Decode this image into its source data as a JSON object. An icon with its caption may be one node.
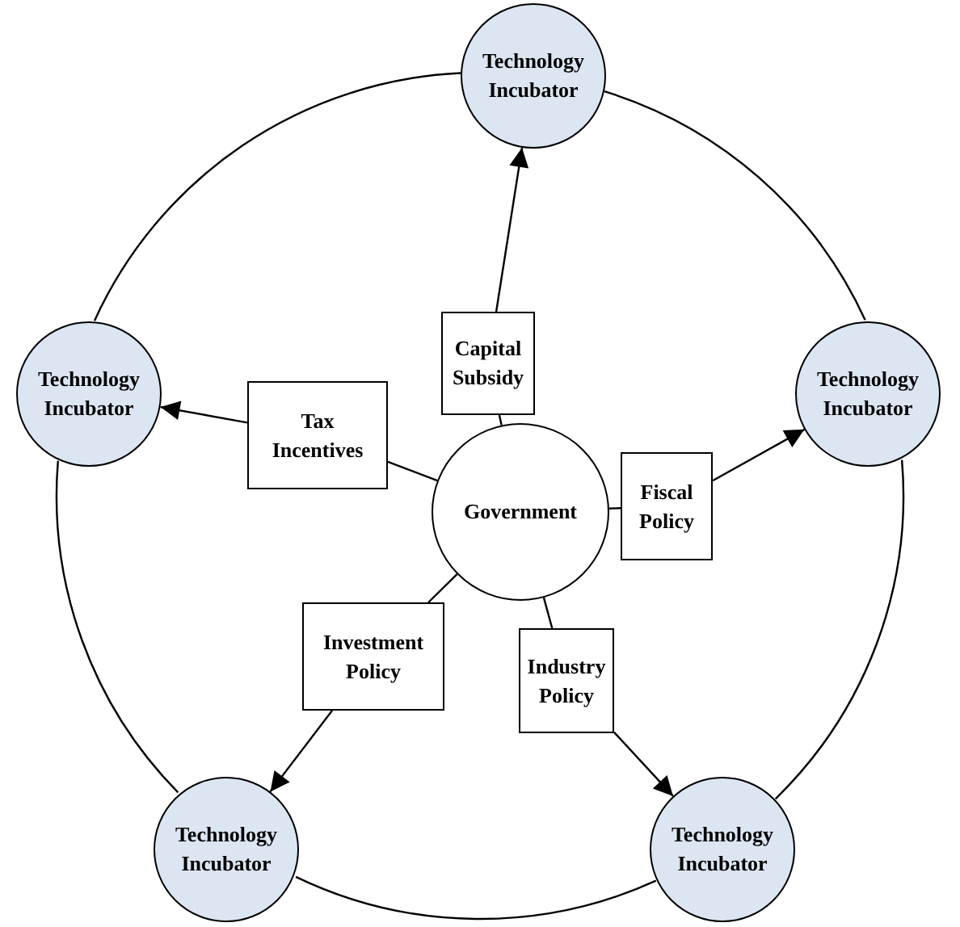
{
  "diagram": {
    "nodes": [
      {
        "text": [
          "Technology Incubator"
        ]
      },
      {
        "text": [
          "Capital Subsidy"
        ]
      },
      {
        "text": [
          "Technology Incubator"
        ]
      },
      {
        "text": [
          "Tax Incentives"
        ]
      },
      {
        "text": [
          "Technology Incubator"
        ]
      },
      {
        "text": [
          "Government"
        ]
      },
      {
        "text": [
          "Fiscal Policy"
        ]
      },
      {
        "text": [
          "Investment Policy"
        ]
      },
      {
        "text": [
          "Industry Policy"
        ]
      },
      {
        "text": [
          "Technology Incubator"
        ]
      },
      {
        "text": [
          "Technology Incubator"
        ]
      }
    ],
    "edges": [
      {
        "from": 5,
        "to": 1,
        "arrow": "none"
      },
      {
        "from": 5,
        "to": 3,
        "arrow": "none"
      },
      {
        "from": 5,
        "to": 6,
        "arrow": "none"
      },
      {
        "from": 5,
        "to": 7,
        "arrow": "none"
      },
      {
        "from": 5,
        "to": 8,
        "arrow": "none"
      },
      {
        "from": 1,
        "to": 0,
        "arrow": "to"
      },
      {
        "from": 3,
        "to": 2,
        "arrow": "to"
      },
      {
        "from": 6,
        "to": 4,
        "arrow": "to"
      },
      {
        "from": 7,
        "to": 9,
        "arrow": "to"
      },
      {
        "from": 8,
        "to": 10,
        "arrow": "to"
      },
      {
        "from": 0,
        "to": 4,
        "arrow": "none"
      },
      {
        "from": 4,
        "to": 10,
        "arrow": "none"
      },
      {
        "from": 10,
        "to": 9,
        "arrow": "none"
      },
      {
        "from": 9,
        "to": 2,
        "arrow": "none"
      },
      {
        "from": 2,
        "to": 0,
        "arrow": "none"
      }
    ]
  }
}
